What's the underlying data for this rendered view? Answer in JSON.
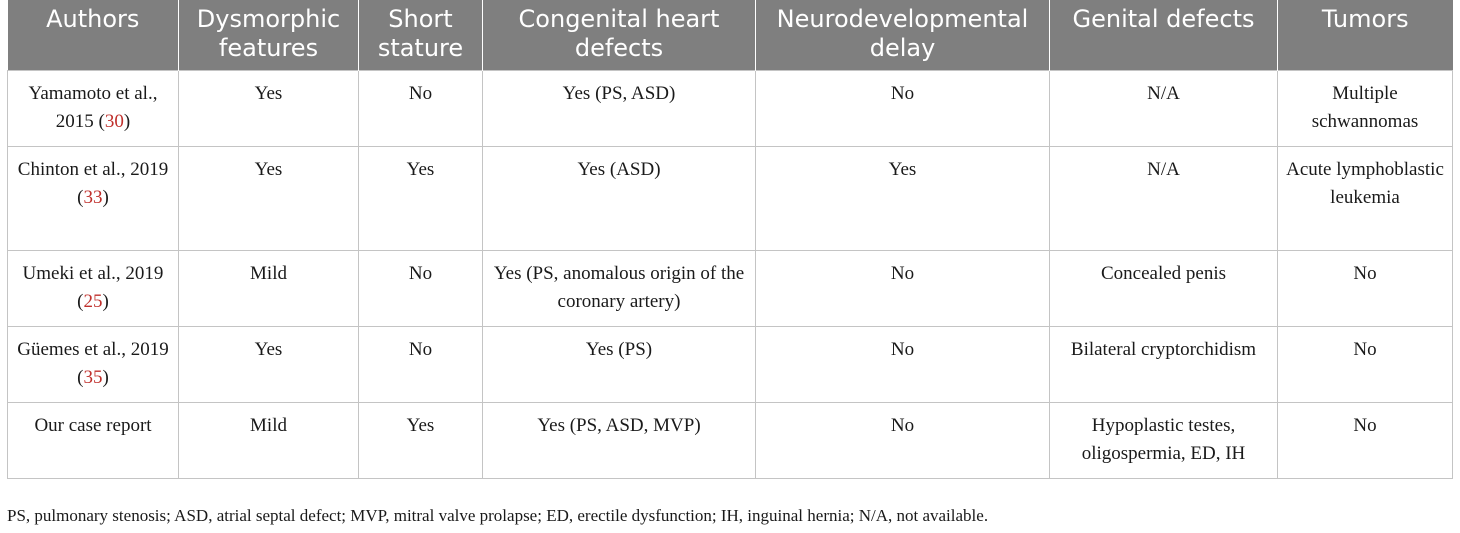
{
  "table": {
    "headers": [
      "Authors",
      "Dysmorphic features",
      "Short stature",
      "Congenital heart defects",
      "Neurodevelopmental delay",
      "Genital defects",
      "Tumors"
    ],
    "rows": [
      {
        "author": "Yamamoto et al., 2015",
        "ref": "30",
        "dysmorphic": "Yes",
        "short_stature": "No",
        "heart": "Yes (PS, ASD)",
        "neuro": "No",
        "genital": "N/A",
        "tumors": "Multiple schwannomas"
      },
      {
        "author": "Chinton et al., 2019",
        "ref": "33",
        "dysmorphic": "Yes",
        "short_stature": "Yes",
        "heart": "Yes (ASD)",
        "neuro": "Yes",
        "genital": "N/A",
        "tumors": "Acute lymphoblastic leukemia"
      },
      {
        "author": "Umeki et al., 2019",
        "ref": "25",
        "dysmorphic": "Mild",
        "short_stature": "No",
        "heart": "Yes (PS, anomalous origin of the coronary artery)",
        "neuro": "No",
        "genital": "Concealed penis",
        "tumors": "No"
      },
      {
        "author": "Güemes et al., 2019",
        "ref": "35",
        "dysmorphic": "Yes",
        "short_stature": "No",
        "heart": "Yes (PS)",
        "neuro": "No",
        "genital": "Bilateral cryptorchidism",
        "tumors": "No"
      },
      {
        "author": "Our case report",
        "ref": "",
        "dysmorphic": "Mild",
        "short_stature": "Yes",
        "heart": "Yes (PS, ASD, MVP)",
        "neuro": "No",
        "genital": "Hypoplastic testes, oligospermia, ED, IH",
        "tumors": "No"
      }
    ]
  },
  "footnote": "PS, pulmonary stenosis; ASD, atrial septal defect; MVP, mitral valve prolapse; ED, erectile dysfunction; IH, inguinal hernia; N/A, not available."
}
